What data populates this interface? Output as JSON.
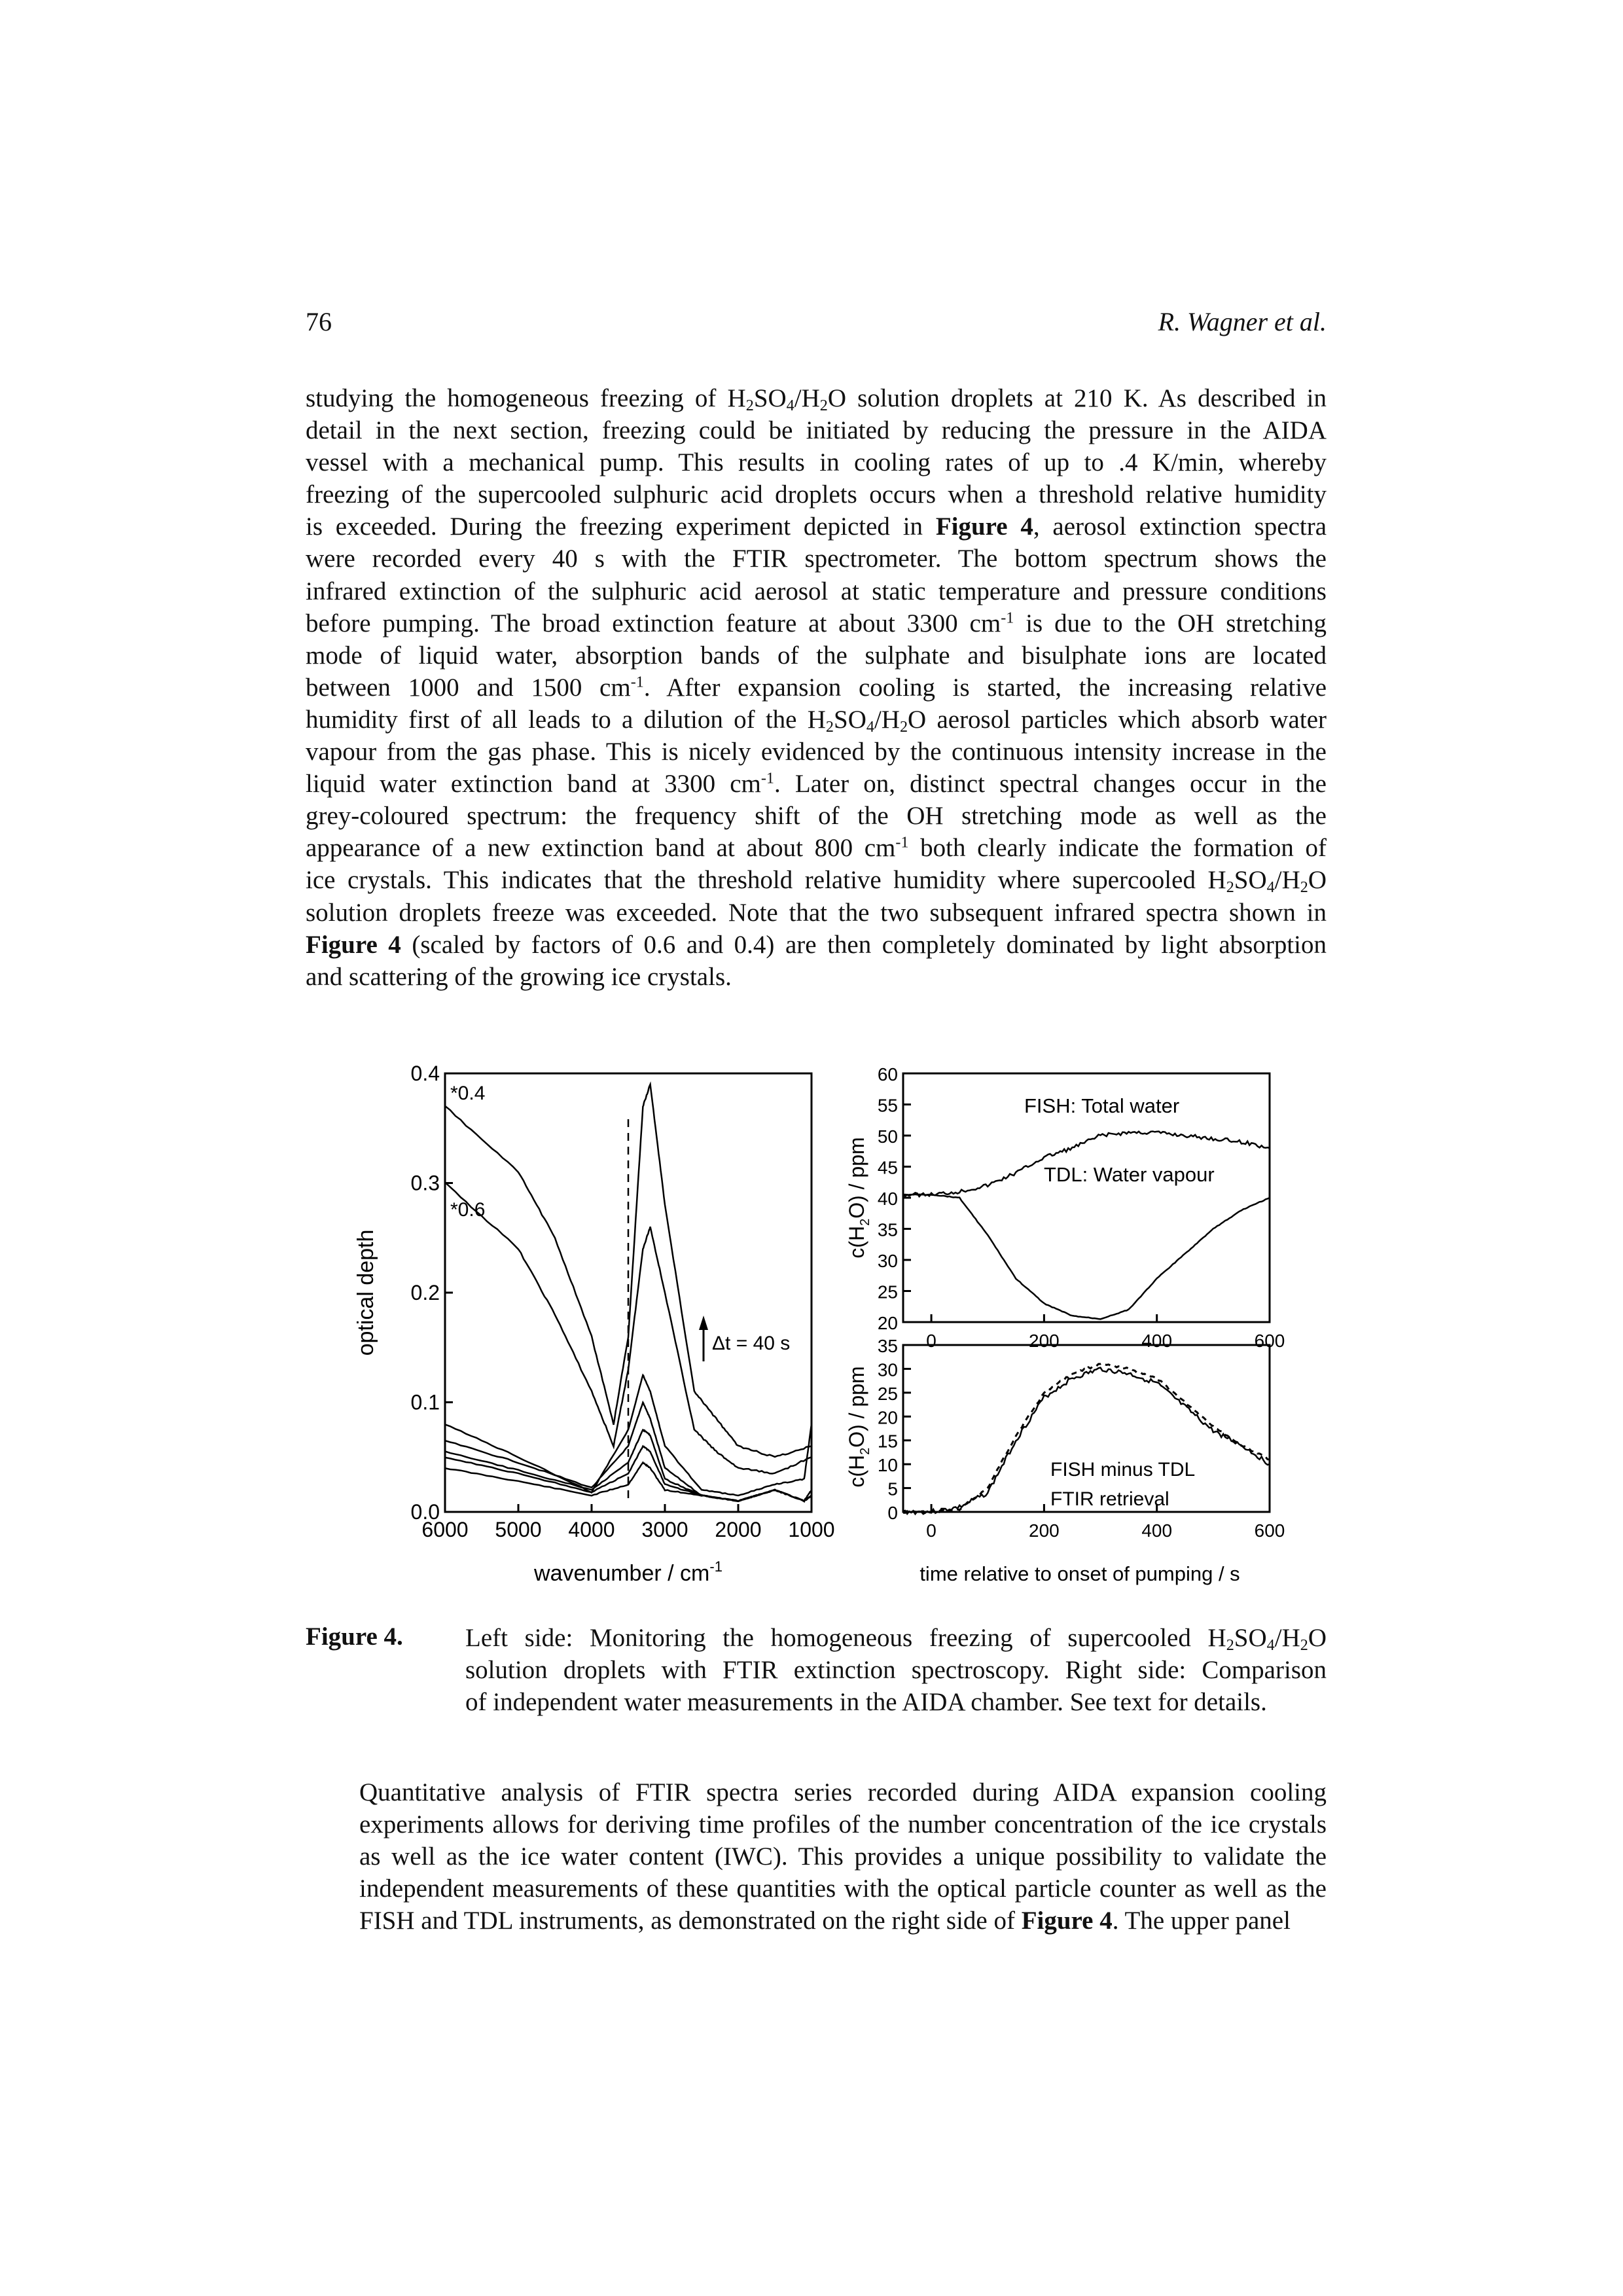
{
  "header": {
    "page_number": "76",
    "authors": "R. Wagner et al."
  },
  "para1": [
    [
      "studying the homogeneous freezing of H",
      {
        "sub": "2"
      },
      "SO",
      {
        "sub": "4"
      },
      "/H",
      {
        "sub": "2"
      },
      "O solution droplets at 210 K. As described in"
    ],
    [
      "detail in the next section, freezing could be initiated by reducing the pressure in the AIDA"
    ],
    [
      "vessel with a mechanical pump. This results in cooling rates of up to .4 K/min, whereby"
    ],
    [
      "freezing of the supercooled sulphuric acid droplets occurs when a threshold relative humidity"
    ],
    [
      "is exceeded. During the freezing experiment depicted in ",
      {
        "b": "Figure 4"
      },
      ", aerosol extinction spectra"
    ],
    [
      "were recorded every 40 s with the FTIR spectrometer. The bottom spectrum shows the"
    ],
    [
      "infrared extinction of the sulphuric acid aerosol at static temperature and pressure conditions"
    ],
    [
      "before pumping. The broad extinction feature at about 3300 cm",
      {
        "sup": "-1"
      },
      " is due to the OH stretching"
    ],
    [
      "mode of liquid water, absorption bands of the sulphate and bisulphate ions are located"
    ],
    [
      "between 1000 and 1500 cm",
      {
        "sup": "-1"
      },
      ". After expansion cooling is started, the increasing relative"
    ],
    [
      "humidity first of all leads to a dilution of the H",
      {
        "sub": "2"
      },
      "SO",
      {
        "sub": "4"
      },
      "/H",
      {
        "sub": "2"
      },
      "O aerosol particles which absorb water"
    ],
    [
      "vapour from the gas phase. This is nicely evidenced by the continuous intensity increase in the"
    ],
    [
      "liquid water extinction band at 3300 cm",
      {
        "sup": "-1"
      },
      ". Later on, distinct spectral changes occur in the"
    ],
    [
      "grey-coloured spectrum: the frequency shift of the OH stretching mode as well as the"
    ],
    [
      "appearance of a new extinction band at about 800 cm",
      {
        "sup": "-1"
      },
      " both clearly indicate the formation of"
    ],
    [
      "ice crystals. This indicates that the threshold relative humidity where supercooled H",
      {
        "sub": "2"
      },
      "SO",
      {
        "sub": "4"
      },
      "/H",
      {
        "sub": "2"
      },
      "O"
    ],
    [
      "solution droplets freeze was exceeded. Note that the two subsequent infrared spectra shown in"
    ],
    [
      {
        "b": "Figure 4"
      },
      " (scaled by factors of 0.6 and 0.4) are then completely dominated by light absorption"
    ],
    [
      "and scattering of the growing ice crystals."
    ]
  ],
  "figure": {
    "left_chart": {
      "ylabel": "optical depth",
      "xlabel": "wavenumber / cm",
      "xlabel_sup": "-1",
      "yticks": [
        "0.0",
        "0.1",
        "0.2",
        "0.3",
        "0.4"
      ],
      "xticks": [
        "6000",
        "5000",
        "4000",
        "3000",
        "2000",
        "1000"
      ],
      "annotations": [
        "*0.4",
        "*0.6",
        "Δt = 40 s"
      ]
    },
    "right_top": {
      "ylabel_pre": "c(H",
      "ylabel_sub": "2",
      "ylabel_post": "O) / ppm",
      "yticks": [
        "60",
        "55",
        "50",
        "45",
        "40",
        "35",
        "30",
        "25",
        "20"
      ],
      "xticks": [
        "0",
        "200",
        "400",
        "600"
      ],
      "labels": [
        "FISH: Total water",
        "TDL: Water vapour"
      ]
    },
    "right_bottom": {
      "ylabel_pre": "c(H",
      "ylabel_sub": "2",
      "ylabel_post": "O) / ppm",
      "yticks": [
        "35",
        "30",
        "25",
        "20",
        "15",
        "10",
        "5",
        "0"
      ],
      "xticks": [
        "0",
        "200",
        "400",
        "600"
      ],
      "labels": [
        "FISH minus TDL",
        "FTIR retrieval"
      ],
      "xlabel": "time relative to onset of pumping / s"
    }
  },
  "chart_data": [
    {
      "type": "line",
      "xlabel": "wavenumber / cm-1",
      "ylabel": "optical depth",
      "xlim": [
        6000,
        1000
      ],
      "ylim": [
        0.0,
        0.4
      ],
      "note": "series of FTIR extinction spectra recorded every 40 s; upper two scaled by *0.6 and *0.4",
      "series": [
        {
          "x": [
            6000,
            5000,
            4000,
            3500,
            3300,
            3200,
            3000,
            2500,
            2000,
            1500,
            1100,
            1000
          ],
          "y": [
            0.04,
            0.028,
            0.015,
            0.025,
            0.045,
            0.04,
            0.02,
            0.015,
            0.01,
            0.02,
            0.01,
            0.015
          ]
        },
        {
          "x": [
            6000,
            5000,
            4000,
            3500,
            3300,
            3200,
            3000,
            2500,
            2000,
            1500,
            1100,
            1000
          ],
          "y": [
            0.05,
            0.035,
            0.018,
            0.035,
            0.06,
            0.055,
            0.025,
            0.015,
            0.01,
            0.02,
            0.01,
            0.015
          ]
        },
        {
          "x": [
            6000,
            5000,
            4000,
            3500,
            3300,
            3200,
            3000,
            2500,
            2000,
            1500,
            1100,
            1000
          ],
          "y": [
            0.055,
            0.038,
            0.02,
            0.045,
            0.075,
            0.07,
            0.03,
            0.015,
            0.01,
            0.02,
            0.01,
            0.015
          ]
        },
        {
          "x": [
            6000,
            5000,
            4000,
            3500,
            3300,
            3200,
            3000,
            2500,
            2000,
            1500,
            1100,
            1000
          ],
          "y": [
            0.065,
            0.045,
            0.022,
            0.06,
            0.1,
            0.085,
            0.04,
            0.015,
            0.01,
            0.02,
            0.01,
            0.02
          ]
        },
        {
          "x": [
            6000,
            5000,
            4000,
            3500,
            3300,
            3200,
            3000,
            2500,
            2000,
            1500,
            1100,
            1000
          ],
          "y": [
            0.08,
            0.05,
            0.018,
            0.075,
            0.125,
            0.11,
            0.06,
            0.02,
            0.015,
            0.025,
            0.03,
            0.08
          ]
        },
        {
          "x": [
            6000,
            5000,
            4500,
            4000,
            3700,
            3500,
            3300,
            3200,
            3000,
            2600,
            2300,
            2000,
            1500,
            1000
          ],
          "y": [
            0.3,
            0.24,
            0.18,
            0.11,
            0.06,
            0.13,
            0.24,
            0.26,
            0.2,
            0.075,
            0.055,
            0.04,
            0.035,
            0.05
          ]
        },
        {
          "x": [
            6000,
            5000,
            4500,
            4000,
            3700,
            3500,
            3300,
            3200,
            3000,
            2600,
            2300,
            2000,
            1500,
            1000
          ],
          "y": [
            0.37,
            0.31,
            0.25,
            0.16,
            0.08,
            0.16,
            0.37,
            0.39,
            0.28,
            0.11,
            0.085,
            0.06,
            0.05,
            0.06
          ]
        }
      ]
    },
    {
      "type": "line",
      "ylabel": "c(H2O) / ppm",
      "xlim": [
        -50,
        600
      ],
      "ylim": [
        20,
        60
      ],
      "series": [
        {
          "name": "FISH: Total water",
          "x": [
            -50,
            0,
            50,
            100,
            150,
            200,
            250,
            300,
            350,
            400,
            450,
            500,
            550,
            600
          ],
          "y": [
            40.5,
            40.5,
            41,
            42,
            44,
            46.5,
            48,
            50,
            50.5,
            50.5,
            50,
            49.5,
            49,
            48
          ]
        },
        {
          "name": "TDL: Water vapour",
          "x": [
            -50,
            0,
            50,
            100,
            150,
            200,
            250,
            300,
            350,
            400,
            450,
            500,
            550,
            600
          ],
          "y": [
            40.5,
            40.5,
            40,
            34,
            27,
            23,
            21,
            20.5,
            22,
            27,
            31,
            35,
            38,
            40
          ]
        }
      ]
    },
    {
      "type": "line",
      "ylabel": "c(H2O) / ppm",
      "xlabel": "time relative to onset of pumping / s",
      "xlim": [
        -50,
        600
      ],
      "ylim": [
        0,
        35
      ],
      "series": [
        {
          "name": "FISH minus TDL",
          "x": [
            -50,
            0,
            50,
            100,
            150,
            200,
            250,
            300,
            350,
            400,
            450,
            500,
            550,
            600
          ],
          "y": [
            0,
            0,
            1,
            4,
            15,
            24,
            28,
            30,
            29,
            27,
            22,
            17,
            14,
            10
          ]
        },
        {
          "name": "FTIR retrieval",
          "x": [
            -50,
            0,
            50,
            100,
            150,
            200,
            250,
            300,
            350,
            400,
            450,
            500,
            550,
            600
          ],
          "y": [
            0,
            0,
            0.5,
            5,
            16,
            25,
            29,
            31,
            30,
            28,
            23,
            18,
            14,
            11
          ]
        }
      ]
    }
  ],
  "caption": {
    "label": "Figure 4.",
    "lines": [
      [
        "Left side: Monitoring the homogeneous freezing of supercooled H",
        {
          "sub": "2"
        },
        "SO",
        {
          "sub": "4"
        },
        "/H",
        {
          "sub": "2"
        },
        "O"
      ],
      [
        "solution droplets with FTIR extinction spectroscopy. Right side: Comparison"
      ],
      [
        "of independent water measurements in the AIDA chamber. See text for details."
      ]
    ]
  },
  "para2": [
    [
      "Quantitative analysis of FTIR spectra series recorded during AIDA expansion cooling"
    ],
    [
      "experiments allows for deriving time profiles of the number concentration of the ice crystals"
    ],
    [
      "as well as the ice water content (IWC). This provides a unique possibility to validate the"
    ],
    [
      "independent measurements of these quantities with the optical particle counter as well as the"
    ],
    [
      "FISH and TDL instruments, as demonstrated on the right side of ",
      {
        "b": "Figure 4"
      },
      ". The upper panel"
    ]
  ]
}
